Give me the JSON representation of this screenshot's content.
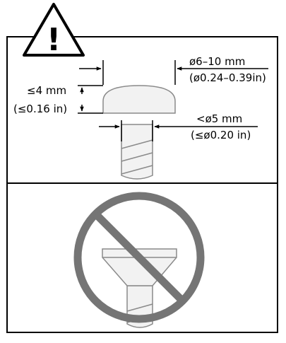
{
  "colors": {
    "line": "#000000",
    "screw_fill": "#f2f2f2",
    "screw_stroke": "#8a8a8a",
    "prohibition": "#757575"
  },
  "icons": {
    "warning": "warning-triangle-icon",
    "prohibition": "prohibition-icon"
  },
  "warning_symbol": "!",
  "dimensions": {
    "head_diameter": {
      "metric": "ø6–10 mm",
      "imperial": "(ø0.24–0.39in)"
    },
    "head_height": {
      "metric": "≤4 mm",
      "imperial": "(≤0.16 in)"
    },
    "shank_diameter": {
      "metric": "<ø5 mm",
      "imperial": "(≤ø0.20 in)"
    }
  }
}
